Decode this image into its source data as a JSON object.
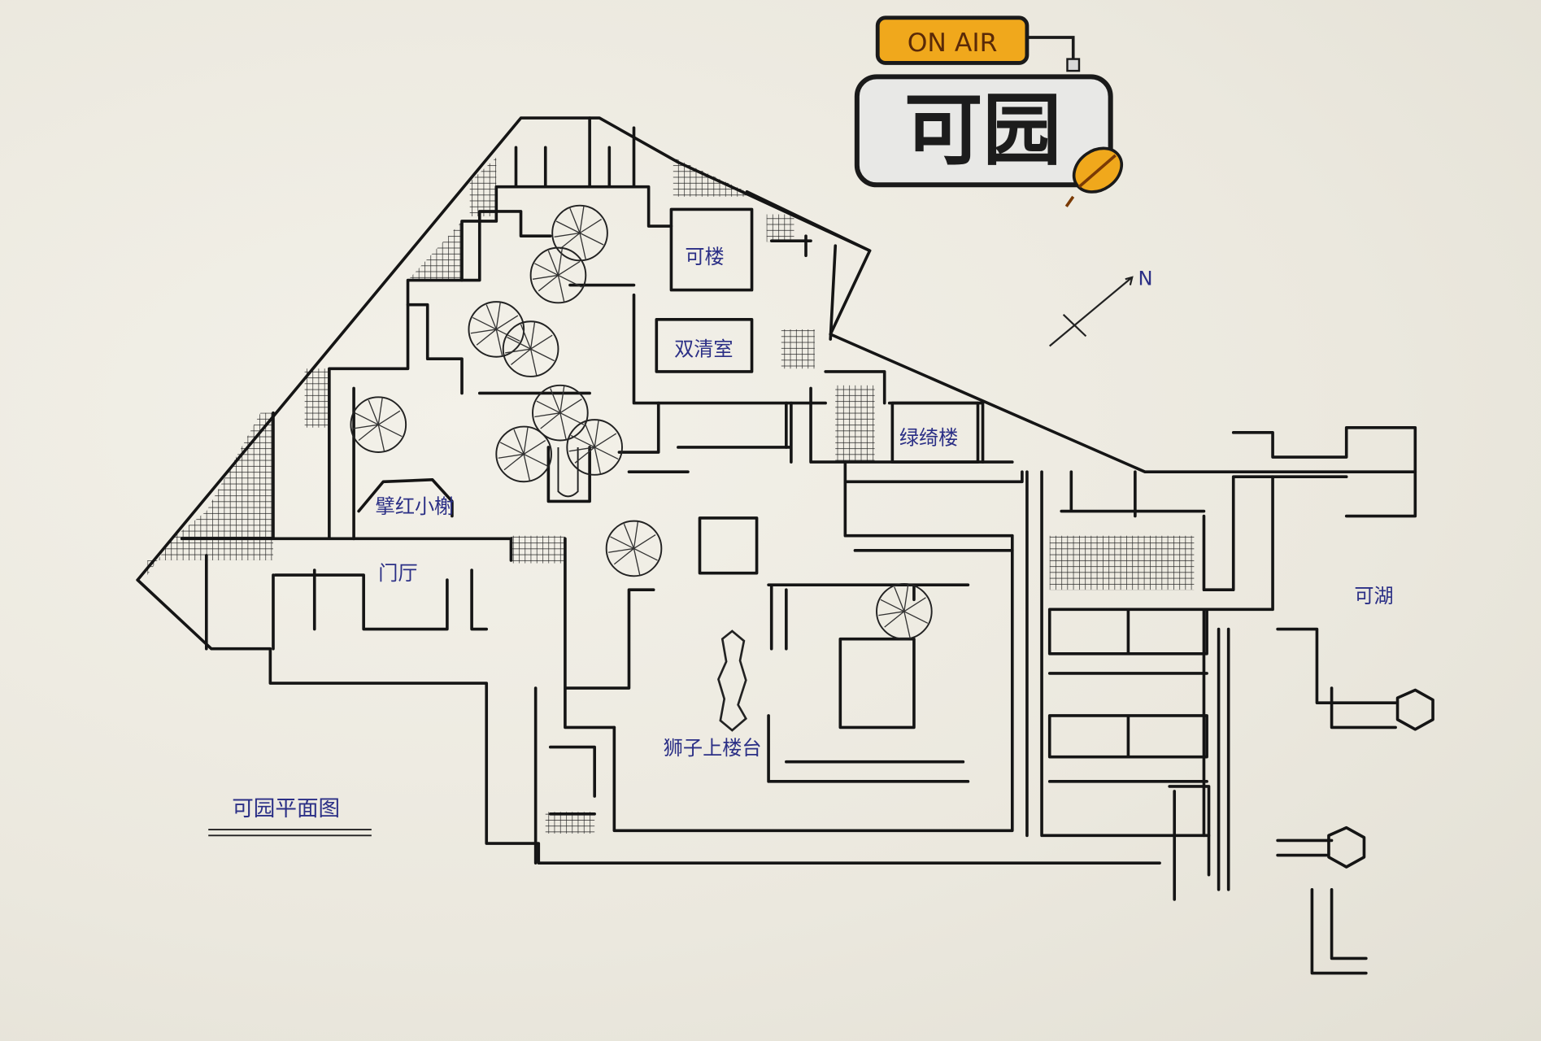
{
  "badge": {
    "on_air": "ON AIR",
    "name": "可园",
    "colors": {
      "orange": "#f0a81c",
      "bubble": "#e8e8e6",
      "outline": "#1a1a1a"
    }
  },
  "plan": {
    "title": "可园平面图",
    "north": "N",
    "ink_color": "#2b2f86",
    "rooms": {
      "ke_lou": "可楼",
      "shuang_qing_shi": "双清室",
      "lv_qi_lou": "绿绮楼",
      "bo_hong_xiao_xie": "擘红小榭",
      "men_ting": "门厅",
      "shi_zi_shang_lou_tai": "狮子上楼台",
      "ke_hu": "可湖"
    }
  }
}
